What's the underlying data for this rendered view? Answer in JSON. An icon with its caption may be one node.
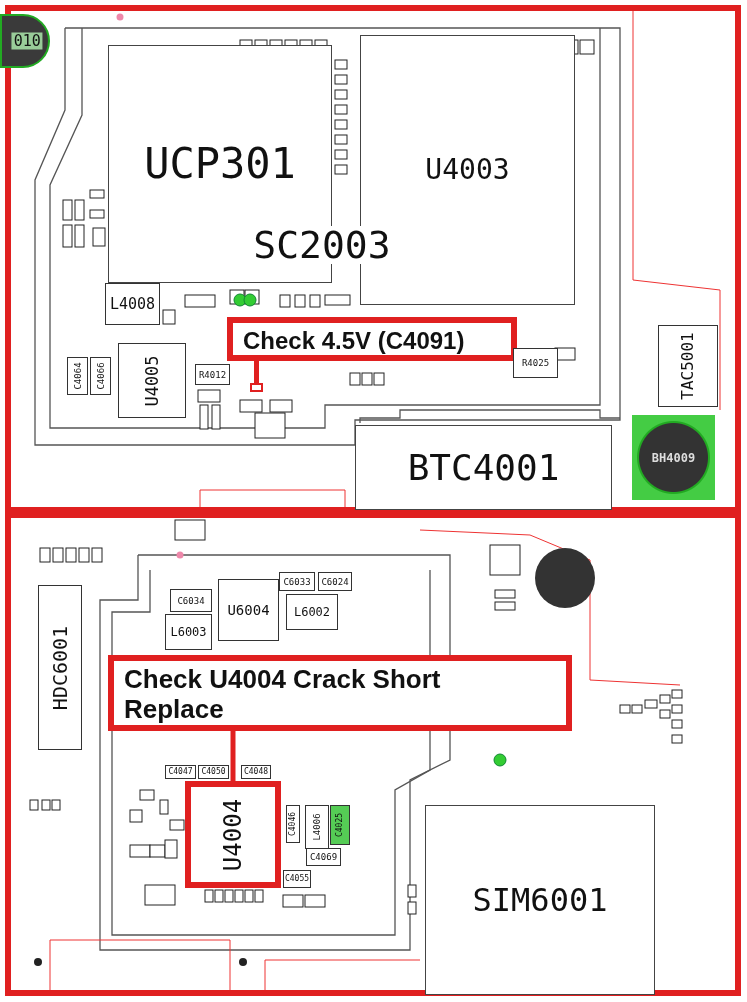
{
  "diagram": {
    "nodes": [
      {
        "text": [
          "010"
        ]
      },
      {
        "text": [
          "UCP301"
        ]
      },
      {
        "text": [
          "U4003"
        ]
      },
      {
        "text": [
          "L4008"
        ]
      },
      {
        "text": [
          "Check 4.5V (C4091)"
        ]
      },
      {
        "text": [],
        "shape": "box"
      },
      {
        "text": [
          "U4005"
        ]
      },
      {
        "text": [
          "C4064"
        ]
      },
      {
        "text": [
          "C4066"
        ]
      },
      {
        "text": [
          "R4012"
        ]
      },
      {
        "text": [
          "R4025"
        ]
      },
      {
        "text": [
          "TAC5001"
        ]
      },
      {
        "text": [
          "BTC4001"
        ]
      },
      {
        "text": [
          "BH4009"
        ]
      },
      {
        "text": [
          "HDC6001"
        ]
      },
      {
        "text": [
          "C6033"
        ]
      },
      {
        "text": [
          "C6024"
        ]
      },
      {
        "text": [
          "C6034"
        ]
      },
      {
        "text": [
          "U6004"
        ]
      },
      {
        "text": [
          "L6002"
        ]
      },
      {
        "text": [
          "L6003"
        ]
      },
      {
        "text": [
          "Check U4004 Crack Short Replace"
        ]
      },
      {
        "text": [
          "C4047"
        ]
      },
      {
        "text": [
          "C4050"
        ]
      },
      {
        "text": [
          "C4048"
        ]
      },
      {
        "text": [
          "U4004"
        ]
      },
      {
        "text": [
          "C4046"
        ]
      },
      {
        "text": [
          "L4006"
        ]
      },
      {
        "text": [
          "C4025"
        ]
      },
      {
        "text": [
          "C4069"
        ]
      },
      {
        "text": [
          "C4055"
        ]
      },
      {
        "text": [
          "SIM6001"
        ]
      }
    ],
    "edges": [
      {
        "from": 4,
        "to": 5,
        "arrow": "none"
      },
      {
        "from": 21,
        "to": 25,
        "arrow": "none"
      }
    ],
    "labels": [
      "SC2003"
    ]
  }
}
